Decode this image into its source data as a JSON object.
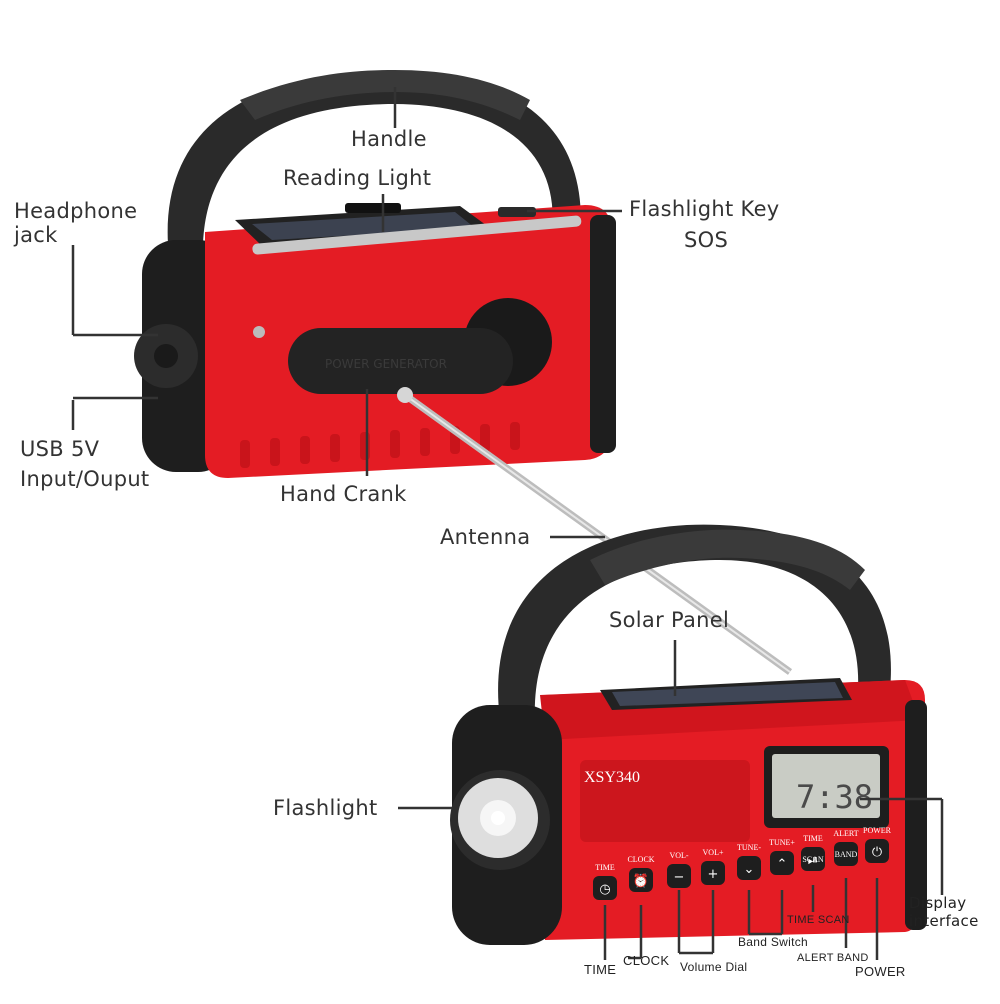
{
  "labels": {
    "handle": "Handle",
    "reading_light": "Reading Light",
    "headphone_jack": "Headphone",
    "headphone_jack_2": "jack",
    "flashlight_key": "Flashlight Key",
    "sos": "SOS",
    "usb_1": "USB 5V",
    "usb_2": "Input/Ouput",
    "hand_crank": "Hand Crank",
    "antenna": "Antenna",
    "solar_panel": "Solar Panel",
    "flashlight": "Flashlight",
    "display_1": "Display",
    "display_2": "interface",
    "time_scan": "TIME SCAN",
    "band_switch": "Band Switch",
    "alert_band": "ALERT BAND",
    "power": "POWER",
    "time": "TIME",
    "clock": "CLOCK",
    "volume_dial": "Volume Dial"
  },
  "device": {
    "model": "XSY340",
    "display_digits": "7:38",
    "crank_text": "POWER GENERATOR",
    "buttons_top": [
      "TIME",
      "CLOCK",
      "VOL-",
      "VOL+",
      "TUNE-",
      "TUNE+",
      "TIME",
      "ALERT",
      "POWER"
    ],
    "buttons_inner": [
      "",
      "",
      "",
      "",
      "",
      "",
      "SCAN",
      "BAND",
      ""
    ]
  },
  "colors": {
    "body_red": "#e41c24",
    "rubber_black": "#1e1e1e",
    "label_text": "#333333"
  }
}
